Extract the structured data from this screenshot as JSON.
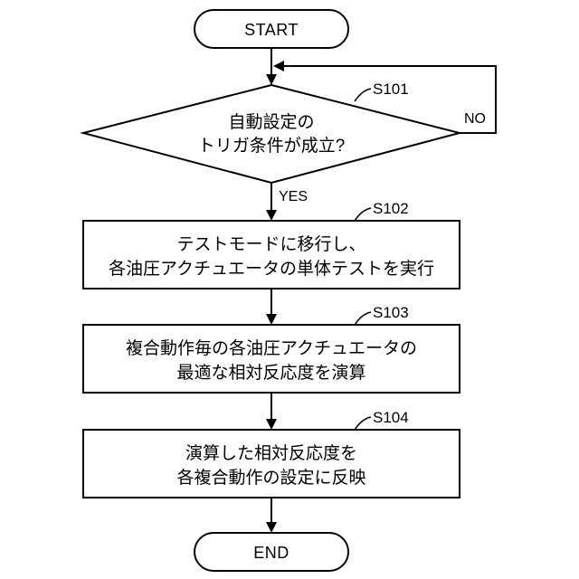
{
  "flowchart": {
    "start": {
      "label": "START"
    },
    "end": {
      "label": "END"
    },
    "decision": {
      "step_id": "S101",
      "lines": [
        "自動設定の",
        "トリガ条件が成立?"
      ],
      "yes_label": "YES",
      "no_label": "NO"
    },
    "processes": [
      {
        "step_id": "S102",
        "lines": [
          "テストモードに移行し、",
          "各油圧アクチュエータの単体テストを実行"
        ]
      },
      {
        "step_id": "S103",
        "lines": [
          "複合動作毎の各油圧アクチュエータの",
          "最適な相対反応度を演算"
        ]
      },
      {
        "step_id": "S104",
        "lines": [
          "演算した相対反応度を",
          "各複合動作の設定に反映"
        ]
      }
    ]
  }
}
